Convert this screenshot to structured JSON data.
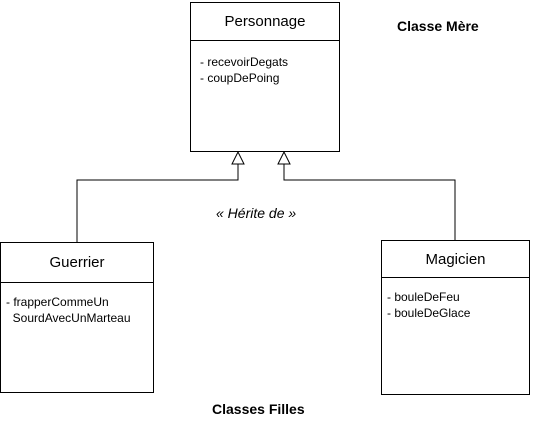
{
  "classes": {
    "parent": {
      "name": "Personnage",
      "methods": [
        "- recevoirDegats",
        "- coupDePoing"
      ]
    },
    "left_child": {
      "name": "Guerrier",
      "methods": [
        "- frapperCommeUn",
        "  SourdAvecUnMarteau"
      ]
    },
    "right_child": {
      "name": "Magicien",
      "methods": [
        "- bouleDeFeu",
        "- bouleDeGlace"
      ]
    }
  },
  "labels": {
    "parent_class": "Classe Mère",
    "child_classes": "Classes Filles",
    "relationship": "« Hérite de »"
  }
}
